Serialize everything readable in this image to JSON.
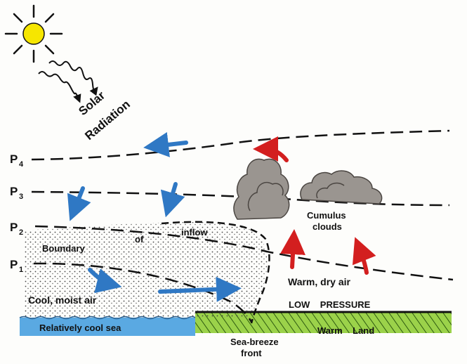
{
  "labels": {
    "solar_line1": "Solar",
    "solar_line2": "Radiation",
    "p4": "P",
    "p4_sub": "4",
    "p3": "P",
    "p3_sub": "3",
    "p2": "P",
    "p2_sub": "2",
    "p1": "P",
    "p1_sub": "1",
    "boundary": "Boundary",
    "of": "of",
    "inflow": "inflow",
    "cumulus_line1": "Cumulus",
    "cumulus_line2": "clouds",
    "cool_air": "Cool, moist air",
    "warm_air": "Warm, dry air",
    "low_pressure": "LOW    PRESSURE",
    "sea": "Relatively cool sea",
    "land": "Warm    Land",
    "front_line1": "Sea-breeze",
    "front_line2": "front"
  },
  "colors": {
    "sun": "#f6e600",
    "cool_arrow": "#2f78c4",
    "warm_arrow": "#d31f1f",
    "sea": "#5aa9e2",
    "land": "#9bd24a",
    "cloud": "#9a9590"
  },
  "icons": {
    "sun": "sun-icon",
    "cloud": "cumulus-cloud-icon"
  }
}
